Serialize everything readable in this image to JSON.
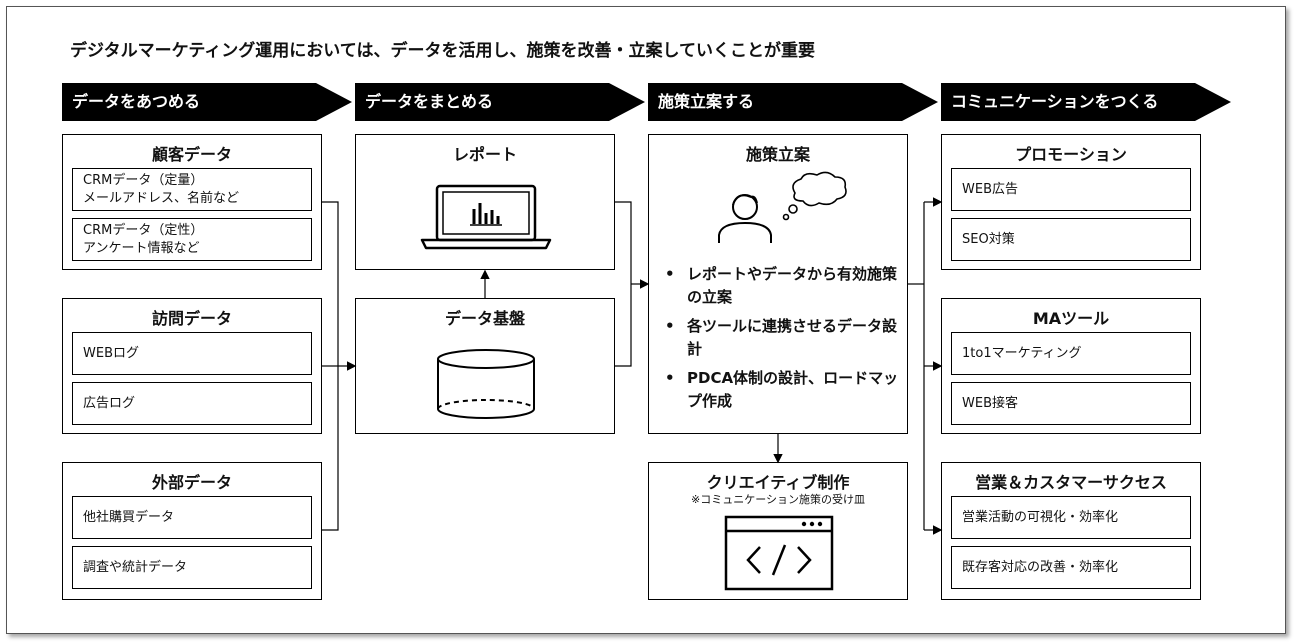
{
  "headline": "デジタルマーケティング運用においては、データを活用し、施策を改善・立案していくことが重要",
  "columns": {
    "collect": {
      "banner": "データをあつめる",
      "customer": {
        "title": "顧客データ",
        "items": [
          {
            "line1": "CRMデータ（定量）",
            "line2": "メールアドレス、名前など"
          },
          {
            "line1": "CRMデータ（定性）",
            "line2": "アンケート情報など"
          }
        ]
      },
      "visit": {
        "title": "訪問データ",
        "items": [
          "WEBログ",
          "広告ログ"
        ]
      },
      "external": {
        "title": "外部データ",
        "items": [
          "他社購買データ",
          "調査や統計データ"
        ]
      }
    },
    "organize": {
      "banner": "データをまとめる",
      "report": {
        "title": "レポート",
        "icon": "laptop-chart-icon"
      },
      "platform": {
        "title": "データ基盤",
        "icon": "database-icon"
      }
    },
    "plan": {
      "banner": "施策立案する",
      "planning": {
        "title": "施策立案",
        "icon": "person-thinking-icon",
        "bullets": [
          {
            "marker": "•",
            "text": "レポートやデータから有効施策の立案"
          },
          {
            "marker": "•",
            "text": "各ツールに連携させるデータ設計"
          },
          {
            "marker": "•",
            "text": "PDCA体制の設計、ロードマップ作成"
          }
        ]
      },
      "creative": {
        "title": "クリエイティブ制作",
        "note": "※コミュニケーション施策の受け皿",
        "icon": "code-window-icon"
      }
    },
    "communicate": {
      "banner": "コミュニケーションをつくる",
      "promotion": {
        "title": "プロモーション",
        "items": [
          "WEB広告",
          "SEO対策"
        ]
      },
      "ma": {
        "title": "MAツール",
        "items": [
          "1to1マーケティング",
          "WEB接客"
        ]
      },
      "sales": {
        "title": "営業＆カスタマーサクセス",
        "items": [
          "営業活動の可視化・効率化",
          "既存客対応の改善・効率化"
        ]
      }
    }
  }
}
